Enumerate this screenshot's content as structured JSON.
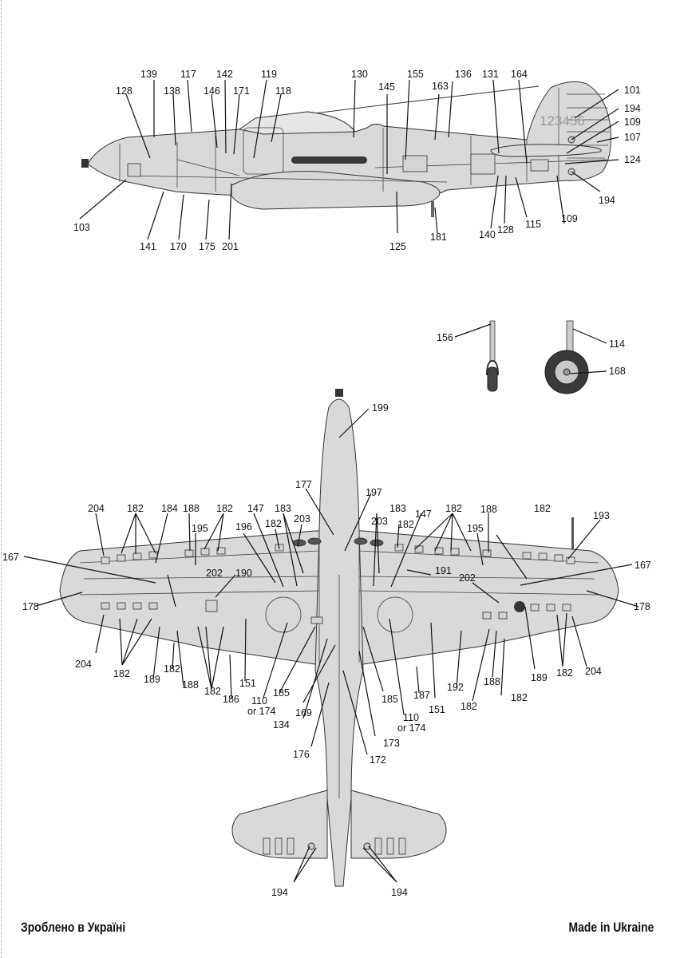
{
  "sheet": {
    "footer_left": "Зроблено в Україні",
    "footer_right": "Made in Ukraine",
    "tail_number": "123456"
  },
  "side_view": {
    "callouts": [
      "139",
      "117",
      "142",
      "119",
      "130",
      "155",
      "136",
      "131",
      "164",
      "101",
      "128",
      "138",
      "146",
      "171",
      "118",
      "145",
      "163",
      "194",
      "109",
      "107",
      "124",
      "194",
      "103",
      "141",
      "170",
      "175",
      "201",
      "125",
      "181",
      "140",
      "128",
      "115",
      "109"
    ]
  },
  "landing_gear": {
    "callouts": [
      "156",
      "114",
      "168"
    ]
  },
  "bottom_view": {
    "callouts": [
      "199",
      "177",
      "197",
      "204",
      "182",
      "184",
      "188",
      "182",
      "147",
      "183",
      "182",
      "203",
      "203",
      "183",
      "182",
      "147",
      "182",
      "188",
      "182",
      "193",
      "195",
      "196",
      "195",
      "167",
      "167",
      "202",
      "190",
      "191",
      "202",
      "178",
      "178",
      "204",
      "182",
      "189",
      "182",
      "188",
      "182",
      "186",
      "151",
      "110",
      "or 174",
      "185",
      "134",
      "169",
      "176",
      "172",
      "173",
      "185",
      "110",
      "or 174",
      "187",
      "151",
      "192",
      "182",
      "188",
      "182",
      "189",
      "182",
      "204",
      "194",
      "194"
    ]
  }
}
